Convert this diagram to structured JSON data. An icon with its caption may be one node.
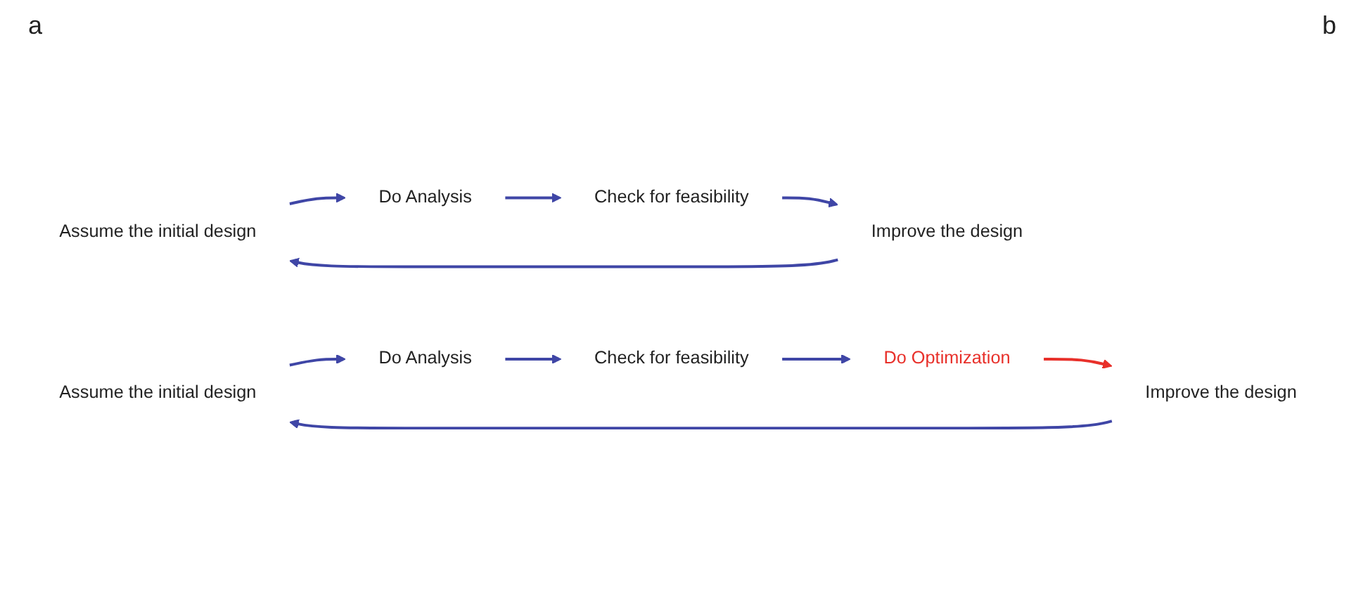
{
  "diagram": {
    "nodes": [
      {
        "text": [
          "Assume the initial design"
        ]
      },
      {
        "text": [
          "Do Analysis"
        ]
      },
      {
        "text": [
          "Check for feasibility"
        ]
      },
      {
        "text": [
          "Improve the design"
        ]
      },
      {
        "text": [
          "Assume the initial design"
        ]
      },
      {
        "text": [
          "Do Analysis"
        ]
      },
      {
        "text": [
          "Check for feasibility"
        ]
      },
      {
        "text": [
          "Do Optimization"
        ]
      },
      {
        "text": [
          "Improve the design"
        ]
      }
    ],
    "edges": [
      {
        "from": 0,
        "to": 1,
        "arrow": "to"
      },
      {
        "from": 1,
        "to": 2,
        "arrow": "to"
      },
      {
        "from": 2,
        "to": 3,
        "arrow": "to"
      },
      {
        "from": 3,
        "to": 0,
        "arrow": "to"
      },
      {
        "from": 4,
        "to": 5,
        "arrow": "to"
      },
      {
        "from": 5,
        "to": 6,
        "arrow": "to"
      },
      {
        "from": 6,
        "to": 7,
        "arrow": "to"
      },
      {
        "from": 7,
        "to": 8,
        "arrow": "to",
        "color": "#e8302a"
      },
      {
        "from": 8,
        "to": 4,
        "arrow": "to"
      }
    ],
    "labels": [
      "a",
      "b"
    ]
  }
}
